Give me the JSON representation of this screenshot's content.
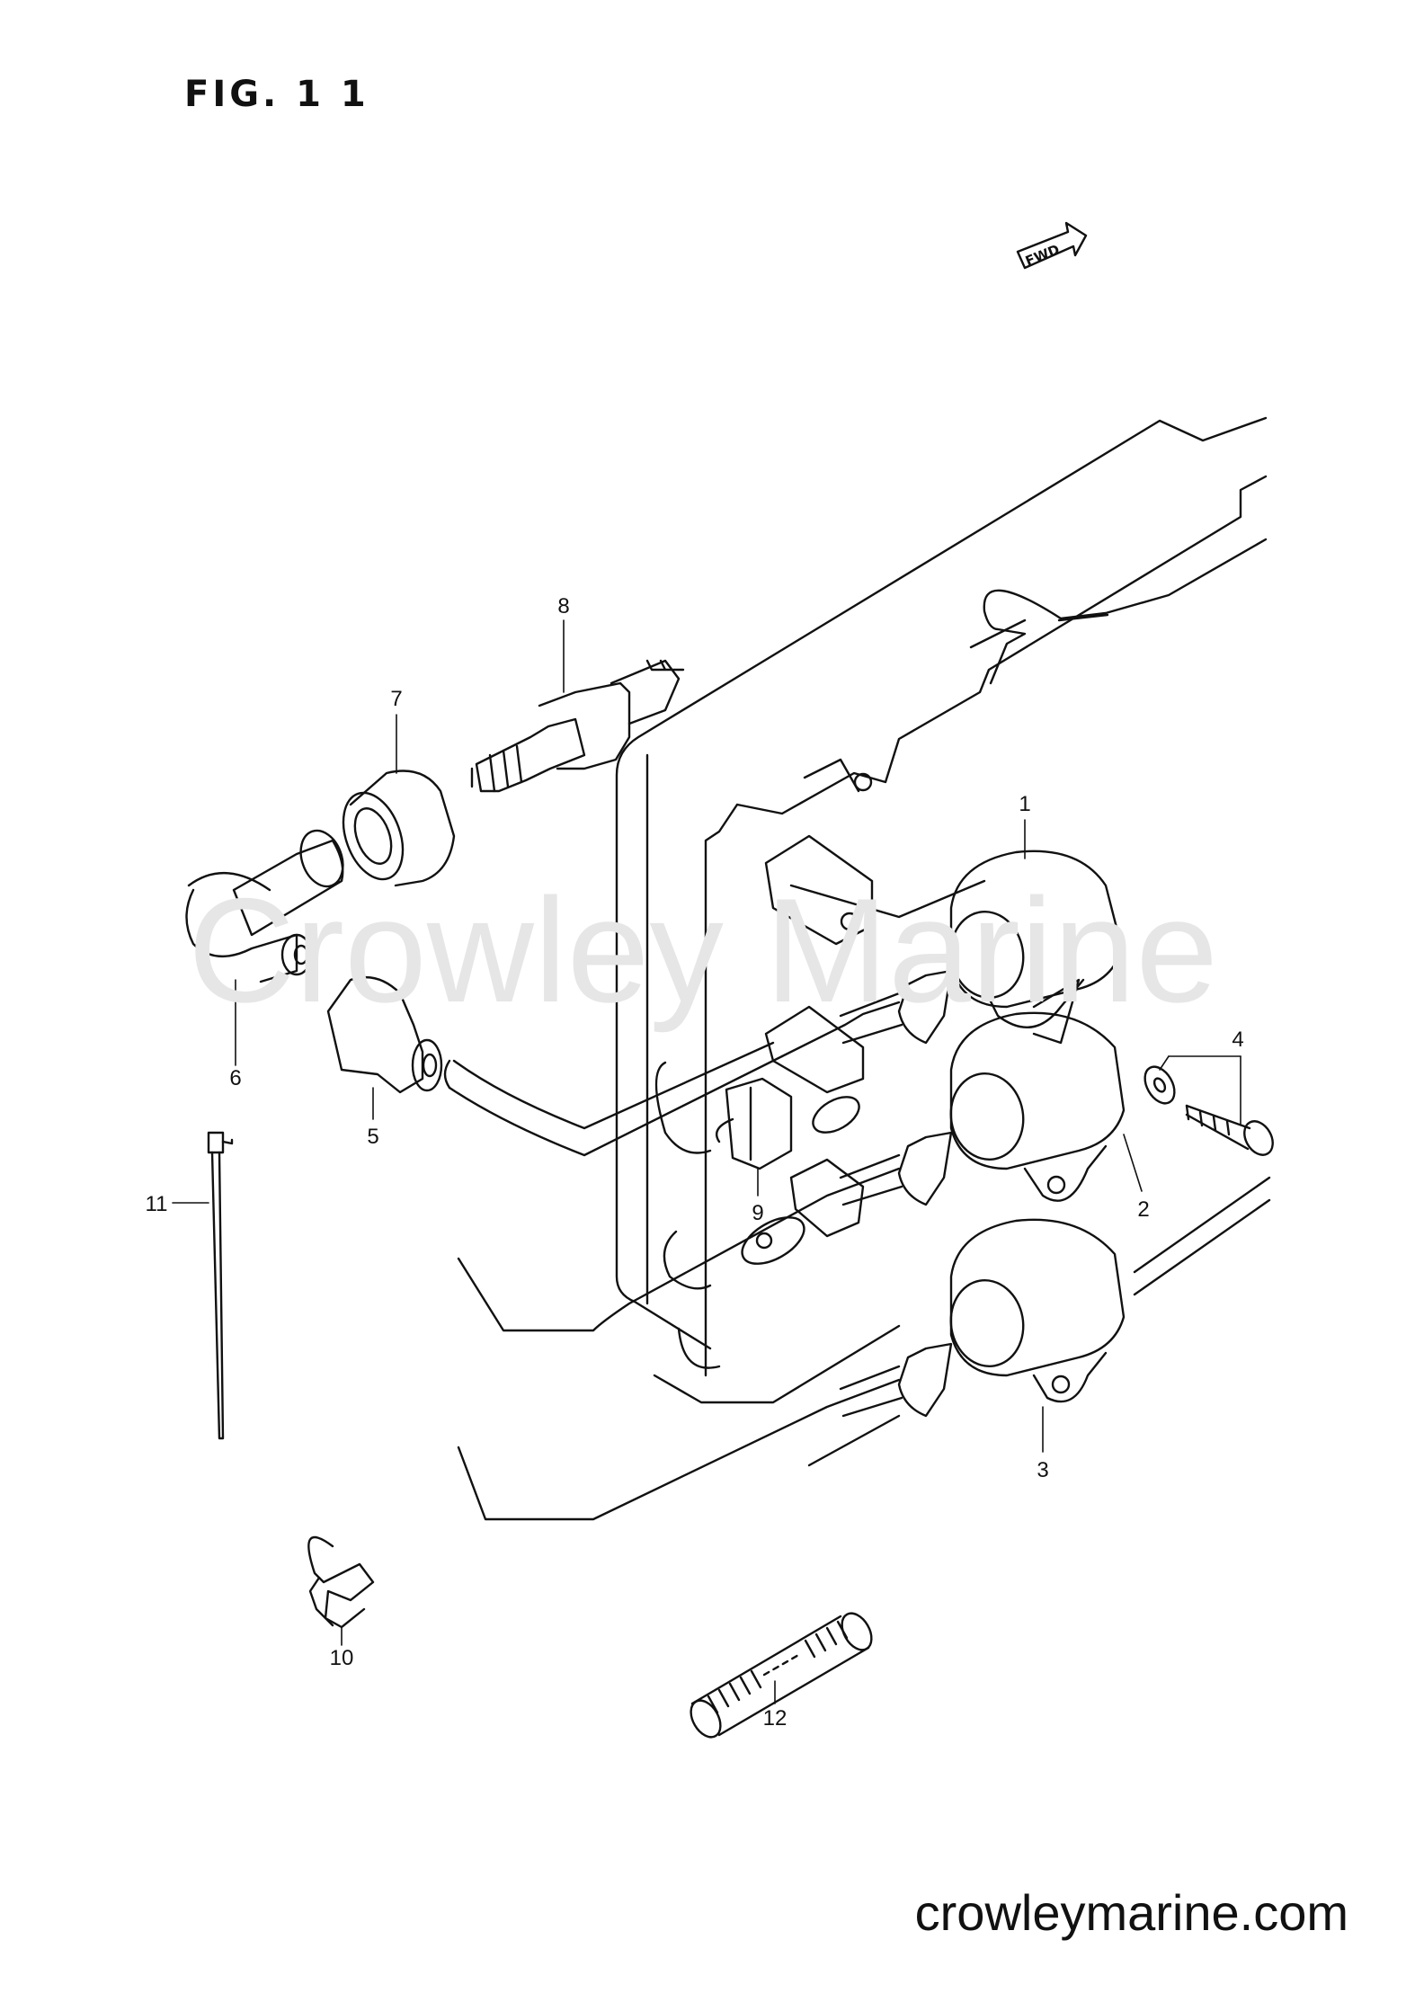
{
  "figure": {
    "title": "FIG. 1 1",
    "fwd_label": "FWD"
  },
  "watermark": "Crowley Marine",
  "site": "crowleymarine.com",
  "callouts": [
    {
      "id": "1",
      "label": "1"
    },
    {
      "id": "2",
      "label": "2"
    },
    {
      "id": "3",
      "label": "3"
    },
    {
      "id": "4",
      "label": "4"
    },
    {
      "id": "5",
      "label": "5"
    },
    {
      "id": "6",
      "label": "6"
    },
    {
      "id": "7",
      "label": "7"
    },
    {
      "id": "8",
      "label": "8"
    },
    {
      "id": "9",
      "label": "9"
    },
    {
      "id": "10",
      "label": "10"
    },
    {
      "id": "11",
      "label": "11"
    },
    {
      "id": "12",
      "label": "12"
    }
  ]
}
